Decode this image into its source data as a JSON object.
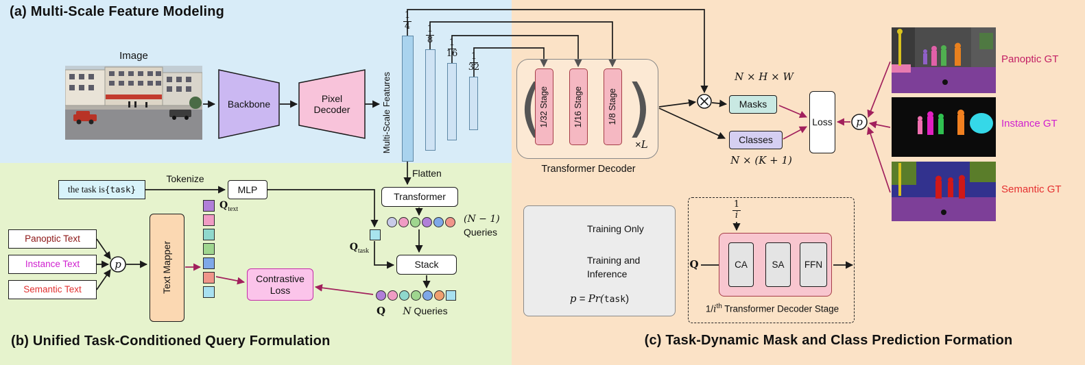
{
  "colors": {
    "region_a_bg": "#d8ecf8",
    "region_b_bg": "#e6f3cd",
    "region_c_bg": "#fbe2c6",
    "training_only_arrow": "#a1205c",
    "inference_arrow": "#1a1a1a"
  },
  "section_a": {
    "title": "(a) Multi-Scale Feature Modeling",
    "image_label": "Image",
    "backbone": "Backbone",
    "pixel_decoder": "Pixel\nDecoder",
    "multi_scale_features": "Multi-Scale Features",
    "scales": [
      {
        "num": "1",
        "den": "4"
      },
      {
        "num": "1",
        "den": "8"
      },
      {
        "num": "1",
        "den": "16"
      },
      {
        "num": "1",
        "den": "32"
      }
    ],
    "flatten": "Flatten",
    "decoder": {
      "paren_open": "(",
      "paren_close": ")",
      "stages": [
        "1/32 Stage",
        "1/16 Stage",
        "1/8 Stage"
      ],
      "times": "×",
      "factor": "L",
      "label": "Transformer Decoder"
    },
    "mask_dim": "N × H × W",
    "masks": "Masks",
    "classes": "Classes",
    "class_dim": "N × (K + 1)",
    "loss": "Loss",
    "p": "p",
    "gt": [
      {
        "label": "Panoptic GT",
        "color": "#c21e64"
      },
      {
        "label": "Instance GT",
        "color": "#cf1fcf"
      },
      {
        "label": "Semantic GT",
        "color": "#e53030"
      }
    ]
  },
  "section_b": {
    "title": "(b) Unified Task-Conditioned Query Formulation",
    "task_prefix": "the task is ",
    "task_token": "{task}",
    "tokenize": "Tokenize",
    "mlp": "MLP",
    "q_task": {
      "base": "Q",
      "sub": "task"
    },
    "q_text": {
      "base": "Q",
      "sub": "text"
    },
    "transformer": "Transformer",
    "n_minus_one": "(N − 1)",
    "queries_word": "Queries",
    "stack": "Stack",
    "q_label": "Q",
    "n_queries_n": "N",
    "n_queries_rest": " Queries",
    "text_mapper": "Text Mapper",
    "contrastive_loss": "Contrastive\nLoss",
    "p": "p",
    "text_inputs": [
      {
        "label": "Panoptic Text",
        "color": "#8c1515"
      },
      {
        "label": "Instance Text",
        "color": "#cf1fcf"
      },
      {
        "label": "Semantic Text",
        "color": "#e03030"
      }
    ],
    "query_colors_row1": [
      "#c9cbe8",
      "#f09cc4",
      "#9fd68f",
      "#b07fd8",
      "#7fa8e8",
      "#f0958a"
    ],
    "query_colors_row2": [
      "#b07fd8",
      "#f09cc4",
      "#8fd8cc",
      "#9fd68f",
      "#7fa8e8",
      "#f0a070"
    ],
    "q_square_color": "#a8e0f0",
    "q_text_colors": [
      "#b07fd8",
      "#f09cc4",
      "#8fd8cc",
      "#9fd68f",
      "#7fa8e8",
      "#f0958a",
      "#a8e0f0"
    ]
  },
  "section_c": {
    "title": "(c) Task-Dynamic Mask and Class Prediction Formation",
    "legend": {
      "training_only": "Training Only",
      "training_inference": "Training and\nInference",
      "prob_p": "p",
      "prob_eq": " = ",
      "prob_pr": "Pr(",
      "prob_task": "task",
      "prob_close": ")"
    },
    "stage": {
      "frac": {
        "num": "1",
        "den": "i"
      },
      "q": "Q",
      "blocks": [
        "CA",
        "SA",
        "FFN"
      ],
      "caption_pre": "1/",
      "caption_i": "i",
      "caption_sup": "th",
      "caption_rest": " Transformer Decoder Stage"
    }
  }
}
